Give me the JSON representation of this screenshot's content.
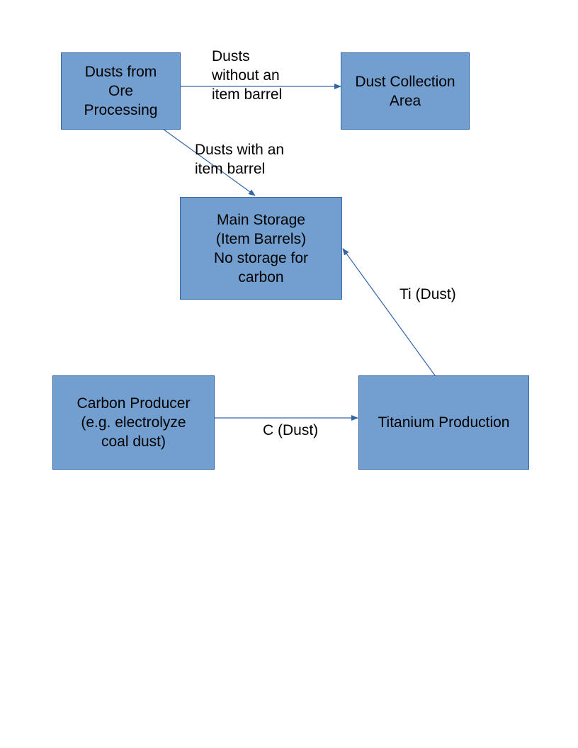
{
  "nodes": {
    "ore_processing": "Dusts from\nOre\nProcessing",
    "dust_collection": "Dust Collection\nArea",
    "main_storage": "Main Storage\n(Item Barrels)\nNo storage for\ncarbon",
    "carbon_producer": "Carbon Producer\n(e.g. electrolyze\ncoal dust)",
    "titanium_production": "Titanium Production"
  },
  "edges": {
    "no_barrel": "Dusts\nwithout an\nitem barrel",
    "with_barrel": "Dusts with an\nitem barrel",
    "ti_dust": "Ti (Dust)",
    "c_dust": "C (Dust)"
  },
  "colors": {
    "box_fill": "#729fcf",
    "box_border": "#3465a4",
    "arrow": "#3465a4"
  }
}
